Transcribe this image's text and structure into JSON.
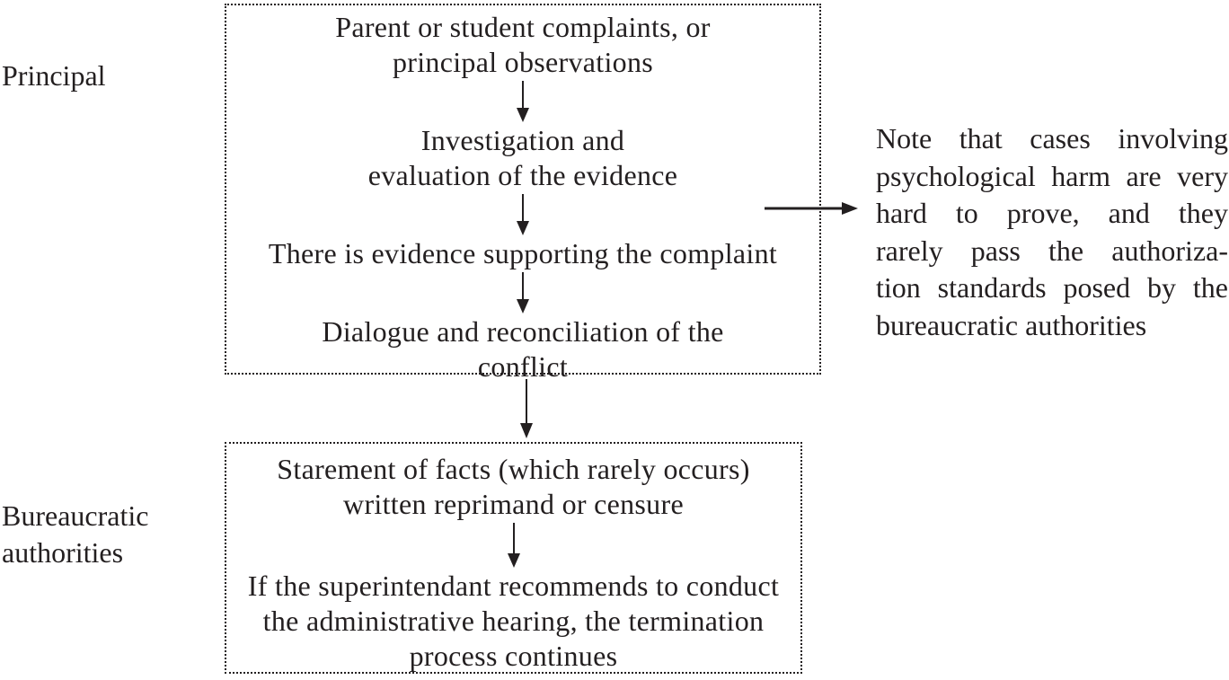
{
  "colors": {
    "background": "#ffffff",
    "text": "#231f20",
    "line": "#231f20"
  },
  "side_labels": {
    "principal": "Principal",
    "bureaucratic": "Bureaucratic\nauthorities"
  },
  "principal_flow": {
    "steps": [
      "Parent or student complaints, or\nprincipal observations",
      "Investigation and\nevaluation of the evidence",
      "There is evidence supporting the complaint",
      "Dialogue and reconciliation of the\nconflict"
    ]
  },
  "bureaucratic_flow": {
    "steps": [
      "Starement of facts (which rarely occurs)\nwritten reprimand or censure",
      "If the superintendant recommends to conduct\nthe administrative hearing, the termination\nprocess continues"
    ]
  },
  "note": {
    "lines": [
      "Note that cases involving",
      "psychological harm are very",
      "hard to prove, and they",
      "rarely pass the authoriza-",
      "tion standards posed by the",
      "bureaucratic authorities"
    ]
  }
}
